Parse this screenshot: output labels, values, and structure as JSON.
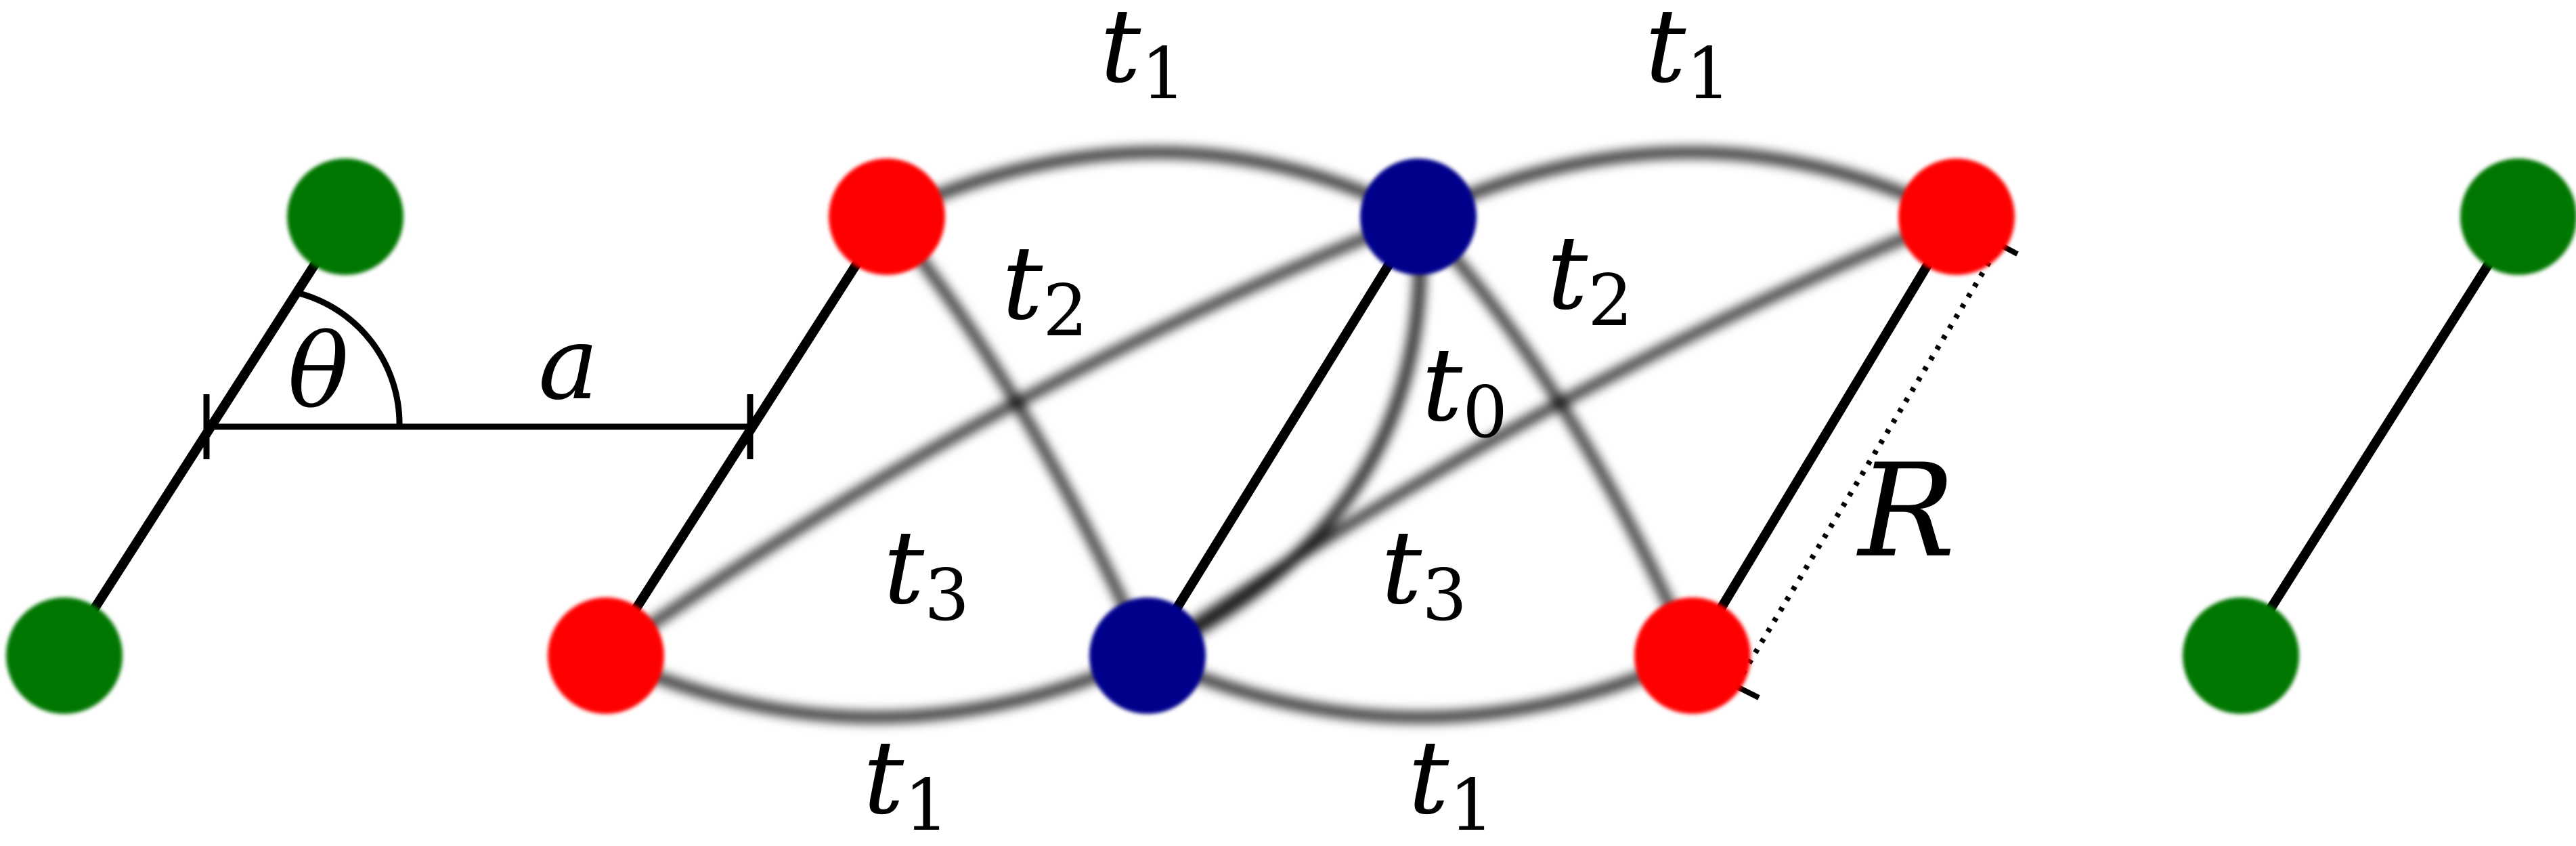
{
  "labels": {
    "t1": {
      "base": "t",
      "sub": "1"
    },
    "t2": {
      "base": "t",
      "sub": "2"
    },
    "t3": {
      "base": "t",
      "sub": "3"
    },
    "t0": {
      "base": "t",
      "sub": "0"
    },
    "theta": "θ",
    "a": "a",
    "R": "R"
  },
  "colors": {
    "outer_site": "#007700",
    "red_site": "#ff0000",
    "blue_site": "#00008b",
    "bond": "#000000"
  }
}
